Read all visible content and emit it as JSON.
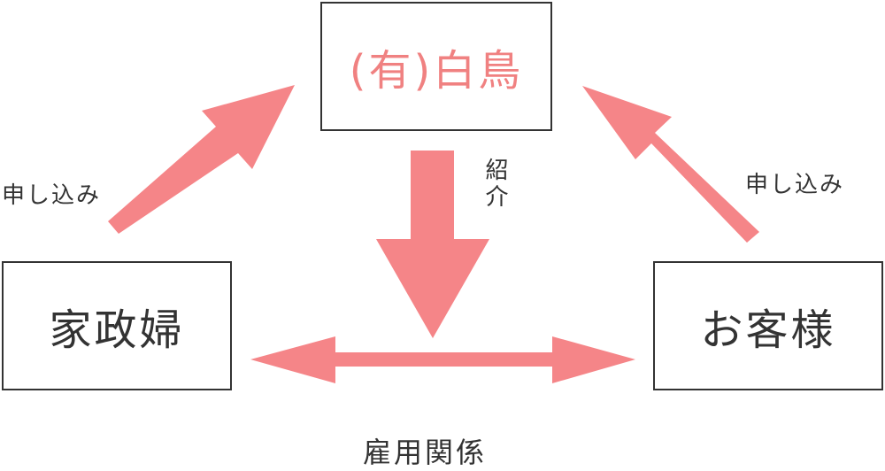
{
  "diagram": {
    "company": {
      "label": "(有)白鳥"
    },
    "housekeeper": {
      "label": "家政婦"
    },
    "customer": {
      "label": "お客様"
    },
    "edges": {
      "housekeeper_to_company": "申し込み",
      "customer_to_company": "申し込み",
      "company_to_relation": "紹介",
      "employment": "雇用関係"
    }
  },
  "colors": {
    "arrow": "#f58588",
    "company_text": "#f08181",
    "border": "#333333",
    "text": "#333333"
  }
}
